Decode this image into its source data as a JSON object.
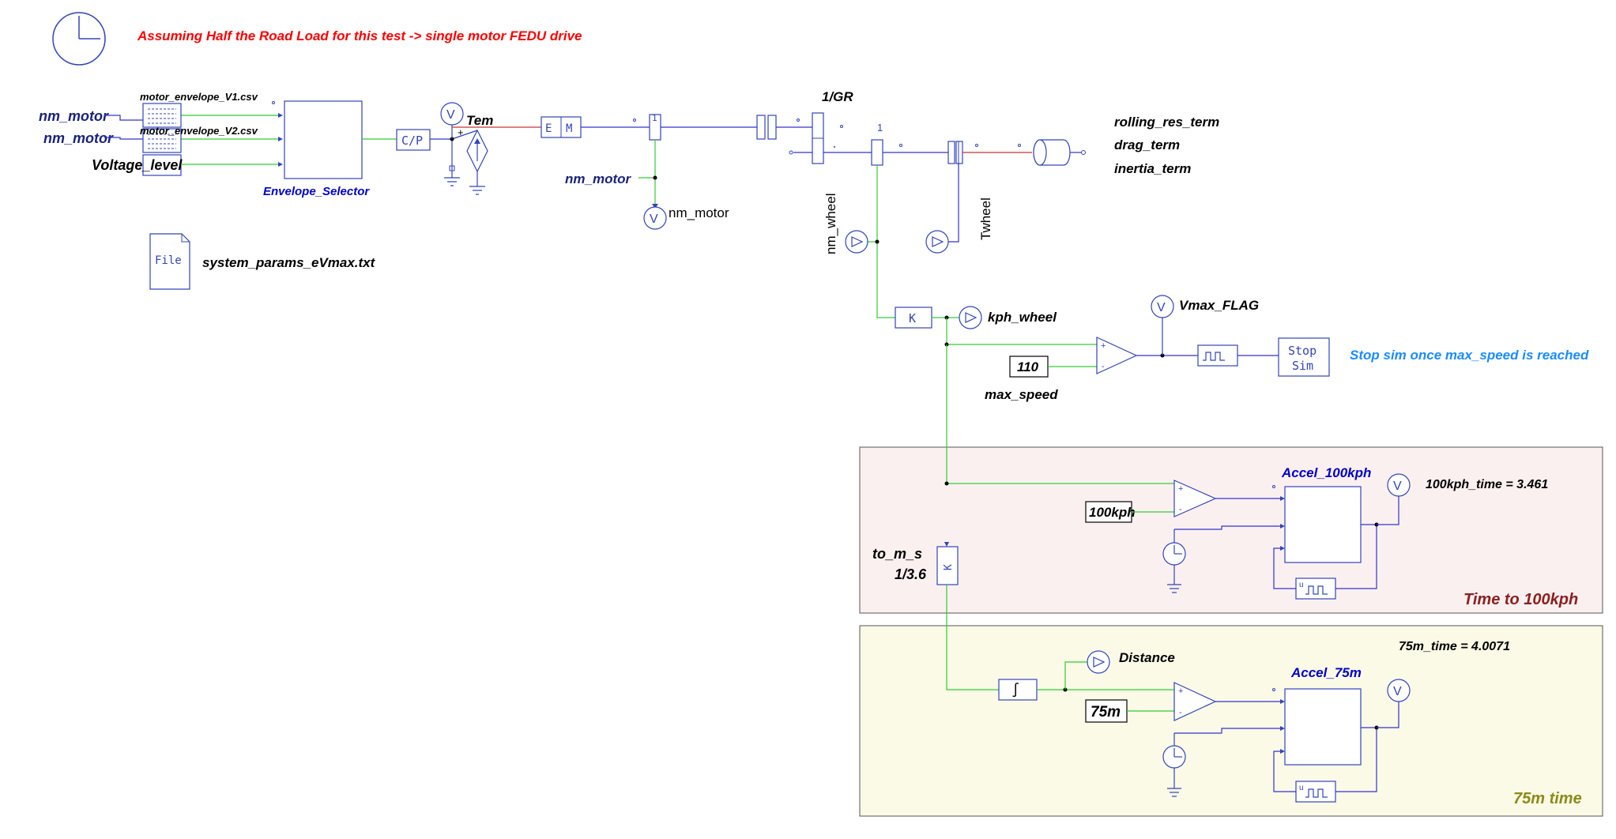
{
  "header_note": "Assuming Half the Road Load for this test -> single motor FEDU drive",
  "inputs": {
    "nm_motor_1": "nm_motor",
    "nm_motor_2": "nm_motor",
    "voltage_level": "Voltage_level",
    "lut_v1": "motor_envelope_V1.csv",
    "lut_v2": "motor_envelope_V2.csv"
  },
  "envelope_selector": "Envelope_Selector",
  "file_block": {
    "icon_text": "File",
    "filename": "system_params_eVmax.txt"
  },
  "cp_block": "C/P",
  "tem_label": "Tem",
  "voltmeter_symbol": "V",
  "em_block": {
    "left": "E",
    "right": "M"
  },
  "nm_motor_label": "nm_motor",
  "nm_motor_probe": "nm_motor",
  "gear": {
    "label": "1/GR",
    "ratio_tick": "1"
  },
  "load_terms": [
    "rolling_res_term",
    "drag_term",
    "inertia_term"
  ],
  "nm_wheel": "nm_wheel",
  "twheel": "Twheel",
  "k_block": "K",
  "kph_wheel": "kph_wheel",
  "vmax_flag": "Vmax_FLAG",
  "max_speed": {
    "value": "110",
    "label": "max_speed"
  },
  "stop_sim": {
    "line1": "Stop",
    "line2": "Sim"
  },
  "stop_note": "Stop sim once max_speed is reached",
  "to_m_s": {
    "name": "to_m_s",
    "gain": "1/3.6"
  },
  "panel_100": {
    "title": "Time to 100kph",
    "block": "Accel_100kph",
    "const": "100kph",
    "readout": "100kph_time = 3.461"
  },
  "panel_75": {
    "title": "75m time",
    "block": "Accel_75m",
    "const": "75m",
    "distance": "Distance",
    "readout": "75m_time = 4.0071",
    "integrator": "∫"
  },
  "colors": {
    "wire_signal": "#33cc33",
    "wire_power": "#cc3333",
    "wire_mech": "#3333cc",
    "block": "#3344bb",
    "note_red": "#ff0000",
    "note_blue": "#1a8cff",
    "title_blue": "#0000cc",
    "panel_100_bg": "#fbf0f0",
    "panel_75_bg": "#fafae6",
    "panel_100_title": "#8b2020",
    "panel_75_title": "#8b8b1a"
  }
}
